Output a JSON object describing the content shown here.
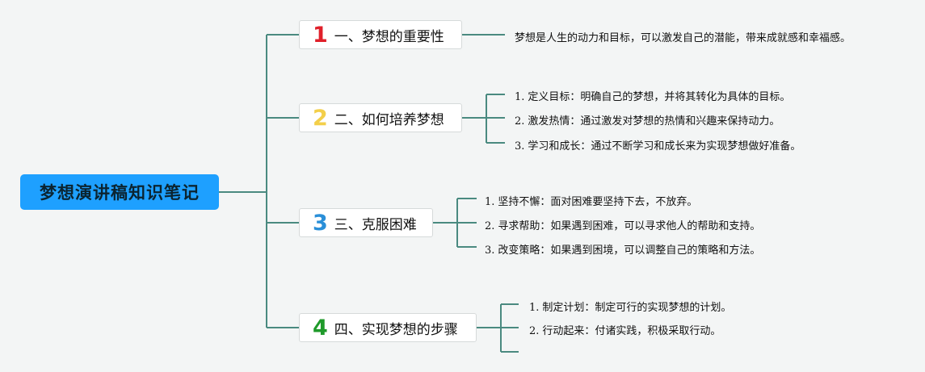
{
  "root": {
    "title": "梦想演讲稿知识笔记"
  },
  "colors": {
    "connector": "#4a8a80",
    "root_bg": "#1ea0ff",
    "num1": "#e0202a",
    "num2": "#f3cf4a",
    "num3": "#2a8fd8",
    "num4": "#1f9a2a"
  },
  "branches": [
    {
      "number": "1",
      "title": "一、梦想的重要性",
      "items": [
        {
          "index": "",
          "text": "梦想是人生的动力和目标，可以激发自己的潜能，带来成就感和幸福感。"
        }
      ]
    },
    {
      "number": "2",
      "title": "二、如何培养梦想",
      "items": [
        {
          "index": "1.",
          "text": "定义目标：明确自己的梦想，并将其转化为具体的目标。"
        },
        {
          "index": "2.",
          "text": "激发热情：通过激发对梦想的热情和兴趣来保持动力。"
        },
        {
          "index": "3.",
          "text": "学习和成长：通过不断学习和成长来为实现梦想做好准备。"
        }
      ]
    },
    {
      "number": "3",
      "title": "三、克服困难",
      "items": [
        {
          "index": "1.",
          "text": "坚持不懈：面对困难要坚持下去，不放弃。"
        },
        {
          "index": "2.",
          "text": "寻求帮助：如果遇到困难，可以寻求他人的帮助和支持。"
        },
        {
          "index": "3.",
          "text": "改变策略：如果遇到困境，可以调整自己的策略和方法。"
        }
      ]
    },
    {
      "number": "4",
      "title": "四、实现梦想的步骤",
      "items": [
        {
          "index": "1.",
          "text": "制定计划：制定可行的实现梦想的计划。"
        },
        {
          "index": "2.",
          "text": "行动起来：付诸实践，积极采取行动。"
        },
        {
          "index": "",
          "text": ""
        }
      ]
    }
  ]
}
